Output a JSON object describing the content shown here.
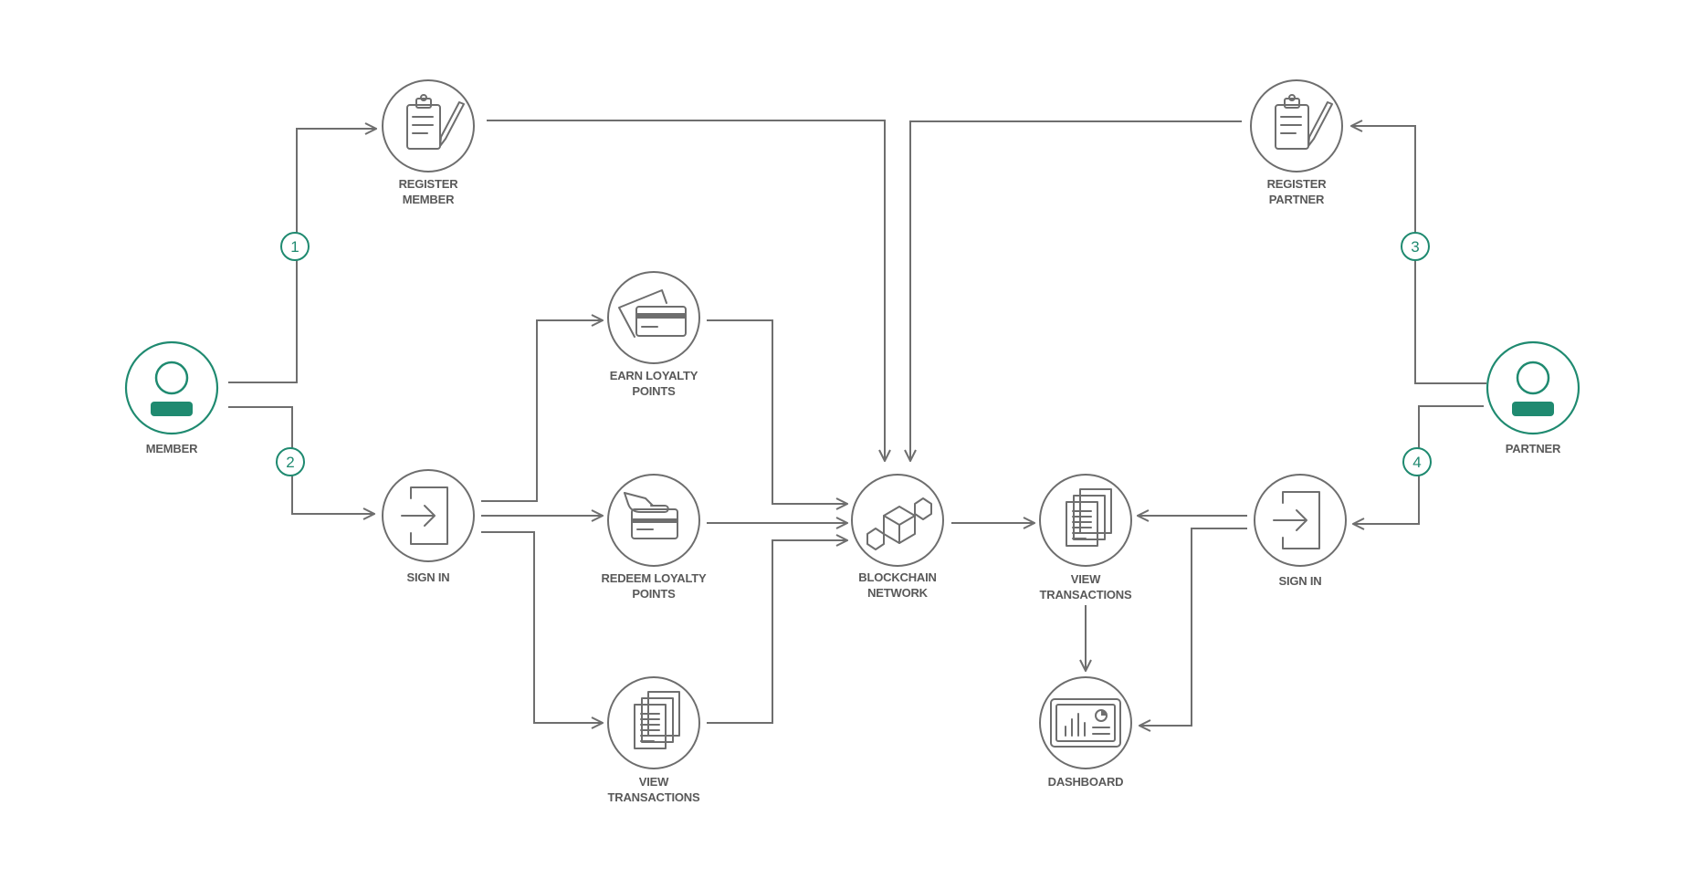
{
  "actors": {
    "member": {
      "label": "MEMBER",
      "icon": "user-icon",
      "color": "#1f8a70"
    },
    "partner": {
      "label": "PARTNER",
      "icon": "user-icon",
      "color": "#1f8a70"
    }
  },
  "steps": [
    "1",
    "2",
    "3",
    "4"
  ],
  "nodes": {
    "register_member": {
      "label": [
        "REGISTER",
        "MEMBER"
      ],
      "icon": "clipboard-icon"
    },
    "member_sign_in": {
      "label": [
        "SIGN IN"
      ],
      "icon": "sign-in-icon"
    },
    "earn_points": {
      "label": [
        "EARN LOYALTY",
        "POINTS"
      ],
      "icon": "credit-card-icon"
    },
    "redeem_points": {
      "label": [
        "REDEEM LOYALTY",
        "POINTS"
      ],
      "icon": "hand-card-icon"
    },
    "member_view_transactions": {
      "label": [
        "VIEW",
        "TRANSACTIONS"
      ],
      "icon": "documents-icon"
    },
    "blockchain_network": {
      "label": [
        "BLOCKCHAIN",
        "NETWORK"
      ],
      "icon": "blockchain-icon"
    },
    "partner_view_transactions": {
      "label": [
        "VIEW",
        "TRANSACTIONS"
      ],
      "icon": "documents-icon"
    },
    "dashboard": {
      "label": [
        "DASHBOARD"
      ],
      "icon": "dashboard-icon"
    },
    "partner_sign_in": {
      "label": [
        "SIGN IN"
      ],
      "icon": "sign-in-icon"
    },
    "register_partner": {
      "label": [
        "REGISTER",
        "PARTNER"
      ],
      "icon": "clipboard-icon"
    }
  },
  "colors": {
    "line": "#6e6e6e",
    "accent": "#1f8a70",
    "text": "#595959"
  }
}
